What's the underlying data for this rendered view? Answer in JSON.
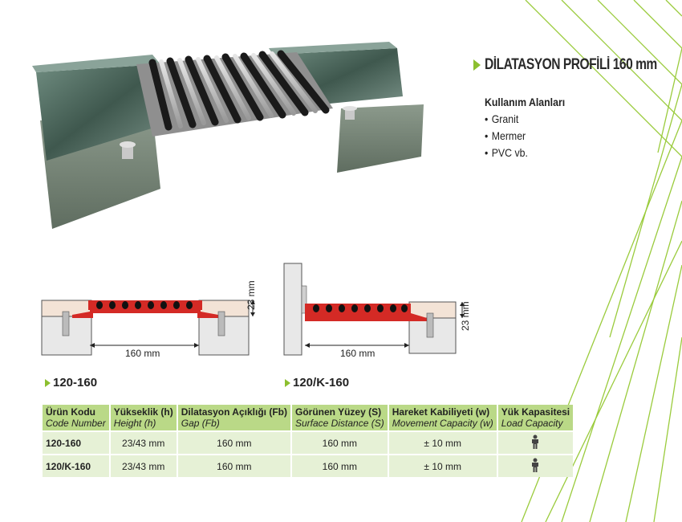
{
  "colors": {
    "accent": "#8cbf2f",
    "table_header": "#bad987",
    "table_row": "#e6f1d6",
    "profile_red": "#d42a25"
  },
  "title": "DİLATASYON PROFİLİ 160 mm",
  "usage": {
    "heading": "Kullanım Alanları",
    "items": [
      "Granit",
      "Mermer",
      "PVC vb."
    ]
  },
  "drawings": [
    {
      "code": "120-160",
      "height_label": "23 mm",
      "gap_label": "160 mm"
    },
    {
      "code": "120/K-160",
      "height_label": "23 mm",
      "gap_label": "160 mm"
    }
  ],
  "table": {
    "headers": [
      {
        "tr": "Ürün Kodu",
        "en": "Code Number"
      },
      {
        "tr": "Yükseklik (h)",
        "en": "Height (h)"
      },
      {
        "tr": "Dilatasyon Açıklığı (Fb)",
        "en": "Gap (Fb)"
      },
      {
        "tr": "Görünen Yüzey (S)",
        "en": "Surface Distance (S)"
      },
      {
        "tr": "Hareket Kabiliyeti (w)",
        "en": "Movement Capacity (w)"
      },
      {
        "tr": "Yük Kapasitesi",
        "en": "Load Capacity"
      }
    ],
    "rows": [
      {
        "code": "120-160",
        "height": "23/43 mm",
        "gap": "160 mm",
        "surface": "160 mm",
        "movement": "± 10 mm",
        "load_icon": "person-icon"
      },
      {
        "code": "120/K-160",
        "height": "23/43 mm",
        "gap": "160 mm",
        "surface": "160 mm",
        "movement": "± 10 mm",
        "load_icon": "person-icon"
      }
    ]
  }
}
